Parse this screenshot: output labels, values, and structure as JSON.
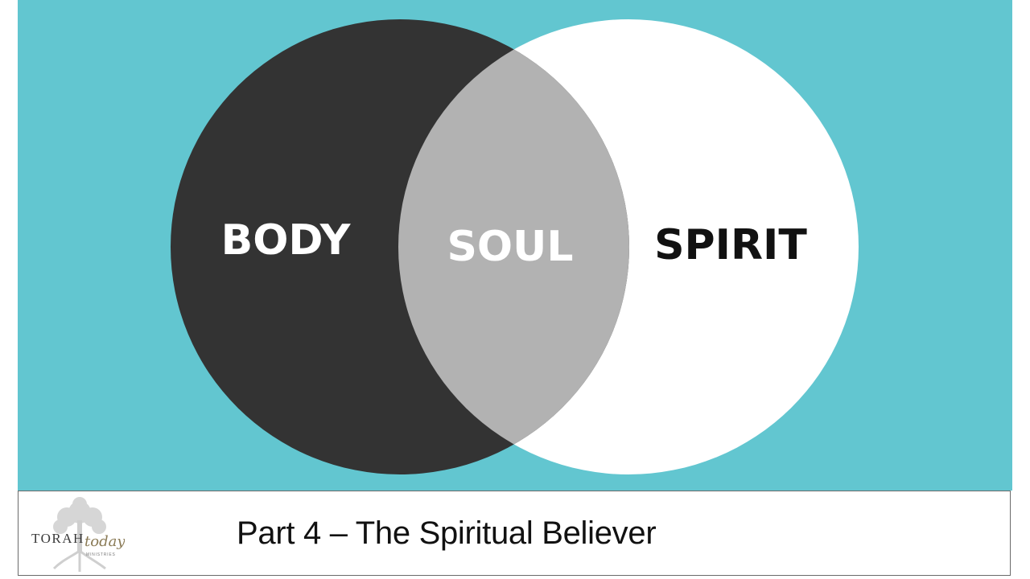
{
  "diagram": {
    "type": "venn",
    "circles": [
      {
        "id": "left",
        "color": "#333333"
      },
      {
        "id": "right",
        "color": "#ffffff"
      }
    ],
    "overlap_color": "#b2b2b2",
    "labels": {
      "left": "BODY",
      "center": "SOUL",
      "right": "SPIRIT"
    },
    "label_colors": {
      "left": "#ffffff",
      "center": "#ffffff",
      "right": "#111111"
    }
  },
  "background_color": "#62c6d0",
  "footer": {
    "title": "Part 4 – The Spiritual Believer",
    "logo": {
      "word1": "TORAH",
      "word2": "today",
      "word3": "MINISTRIES"
    }
  }
}
